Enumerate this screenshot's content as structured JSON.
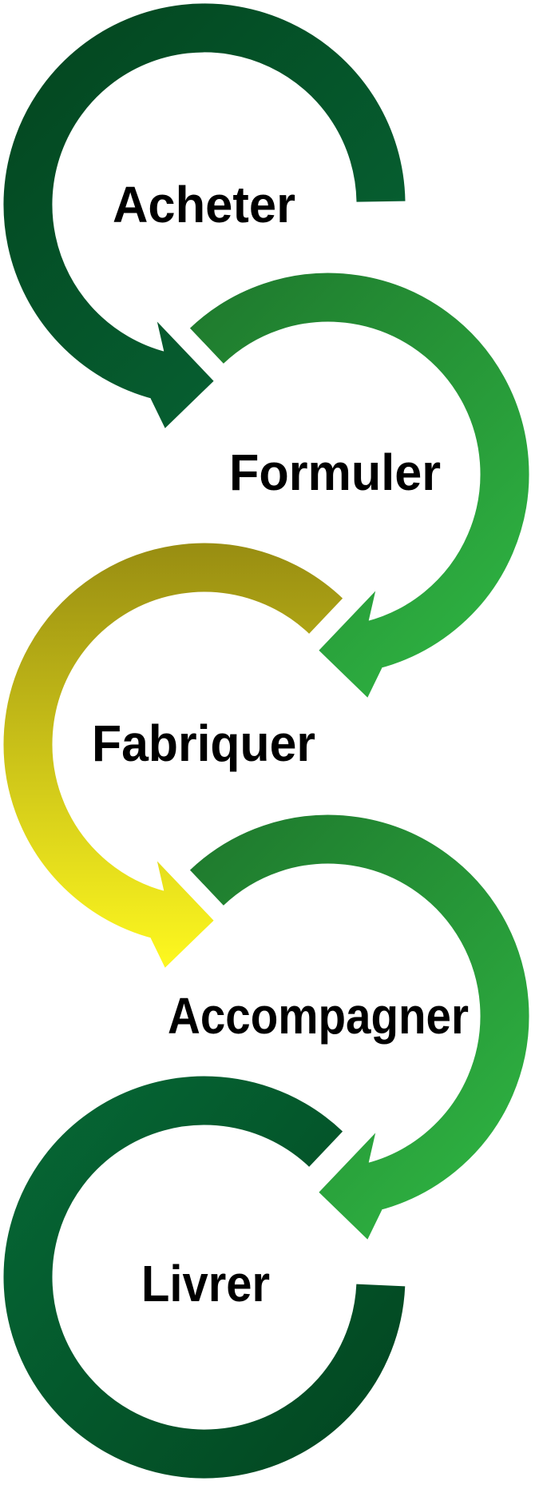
{
  "diagram": {
    "type": "process-cycle",
    "steps": [
      {
        "label": "Acheter",
        "color_start": "#03451f",
        "color_end": "#076535"
      },
      {
        "label": "Formuler",
        "color_start": "#1e782d",
        "color_end": "#2eb141"
      },
      {
        "label": "Fabriquer",
        "color_start": "#9a8f12",
        "color_end": "#fcf61f"
      },
      {
        "label": "Accompagner",
        "color_start": "#1e782d",
        "color_end": "#2eb141"
      },
      {
        "label": "Livrer",
        "color_start": "#066735",
        "color_end": "#024520"
      }
    ]
  }
}
